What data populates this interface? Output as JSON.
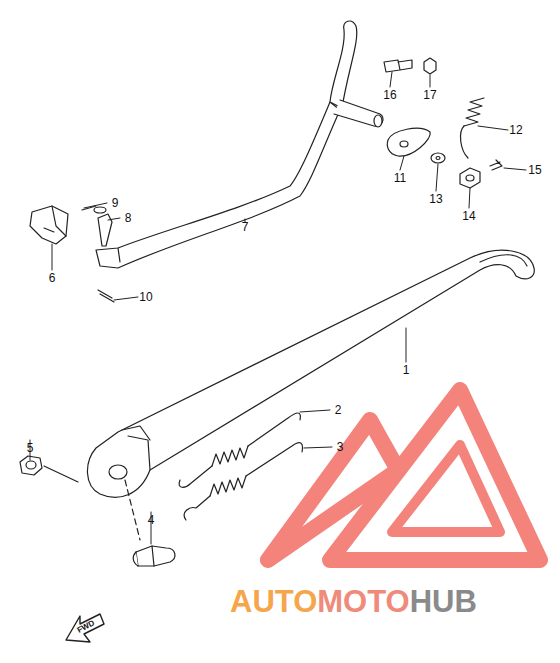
{
  "diagram": {
    "labels": [
      "1",
      "2",
      "3",
      "4",
      "5",
      "6",
      "7",
      "8",
      "9",
      "10",
      "11",
      "12",
      "13",
      "14",
      "15",
      "16",
      "17",
      "FWD",
      "AUTO",
      "MOTO",
      "HUB"
    ]
  }
}
